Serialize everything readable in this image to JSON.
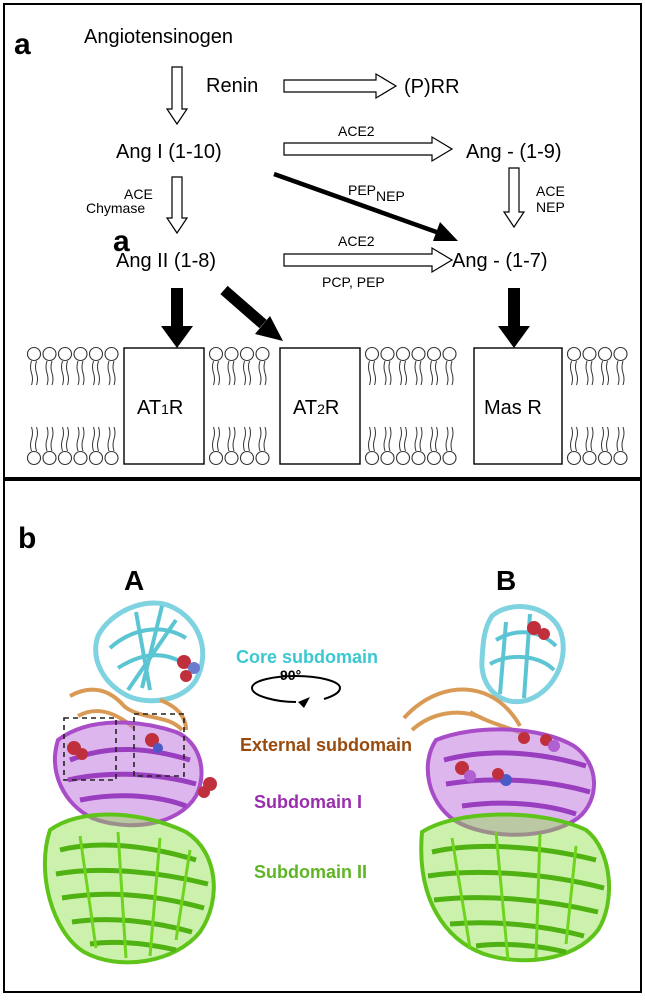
{
  "panel_a": {
    "letter": "a",
    "letter_overlay": "a",
    "angiotensinogen": "Angiotensinogen",
    "renin": "Renin",
    "prr": "(P)RR",
    "ang1": "Ang I (1-10)",
    "ace2_top": "ACE2",
    "ang19": "Ang - (1-9)",
    "ace_left": "ACE",
    "chymase": "Chymase",
    "pep_nep": {
      "main": "PEP",
      "sub": "NEP"
    },
    "ace_right": "ACE",
    "nep_right": "NEP",
    "ang2": "Ang II (1-8)",
    "ace2_bottom": "ACE2",
    "pcp_pep": "PCP, PEP",
    "ang17": "Ang - (1-7)",
    "at1r": {
      "pre": "AT",
      "sub": "1",
      "post": "R"
    },
    "at2r": {
      "pre": "AT",
      "sub": "2",
      "post": "R"
    },
    "masr": "Mas R"
  },
  "panel_b": {
    "letter": "b",
    "view_a": "A",
    "view_b": "B",
    "rotation": "90°",
    "labels": {
      "core": "Core subdomain",
      "external": "External subdomain",
      "sub1": "Subdomain I",
      "sub2": "Subdomain II"
    },
    "colors": {
      "core": "#3cc8d0",
      "external": "#9a4a0c",
      "sub1": "#9a2fae",
      "sub2": "#5fb526",
      "core_protein": "#7fd3e0",
      "external_protein": "#d99a55",
      "sub1_protein": "#b35ad4",
      "sub2_protein": "#6ed41e"
    }
  }
}
